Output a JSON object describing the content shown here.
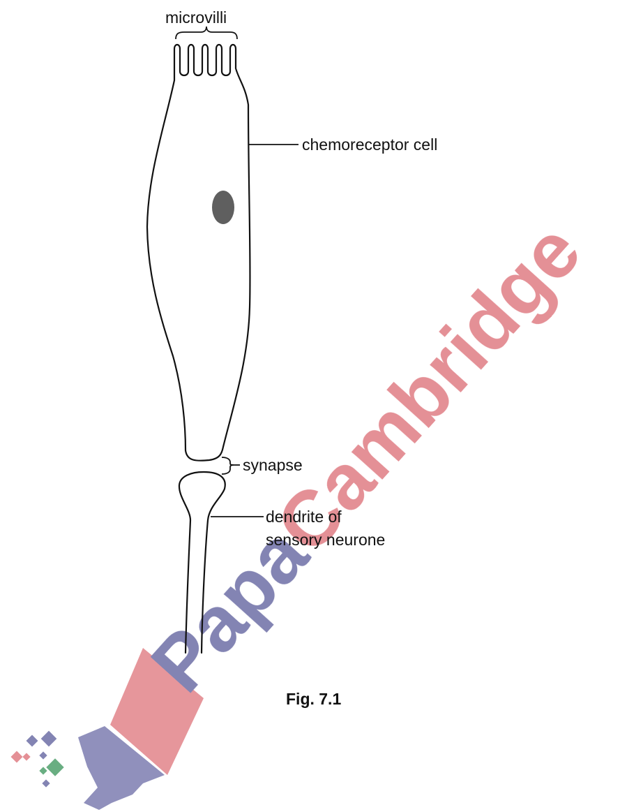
{
  "figure": {
    "labels": {
      "microvilli": "microvilli",
      "chemoreceptor_cell": "chemoreceptor cell",
      "synapse": "synapse",
      "dendrite_line1": "dendrite of",
      "dendrite_line2": "sensory neurone"
    },
    "caption": "Fig. 7.1"
  },
  "watermark": {
    "brand_first": "Papa",
    "brand_second": "Cambridge",
    "colors": {
      "first": "#6d6ea6",
      "second": "#e07d84",
      "accent_green": "#4fa06c"
    }
  }
}
